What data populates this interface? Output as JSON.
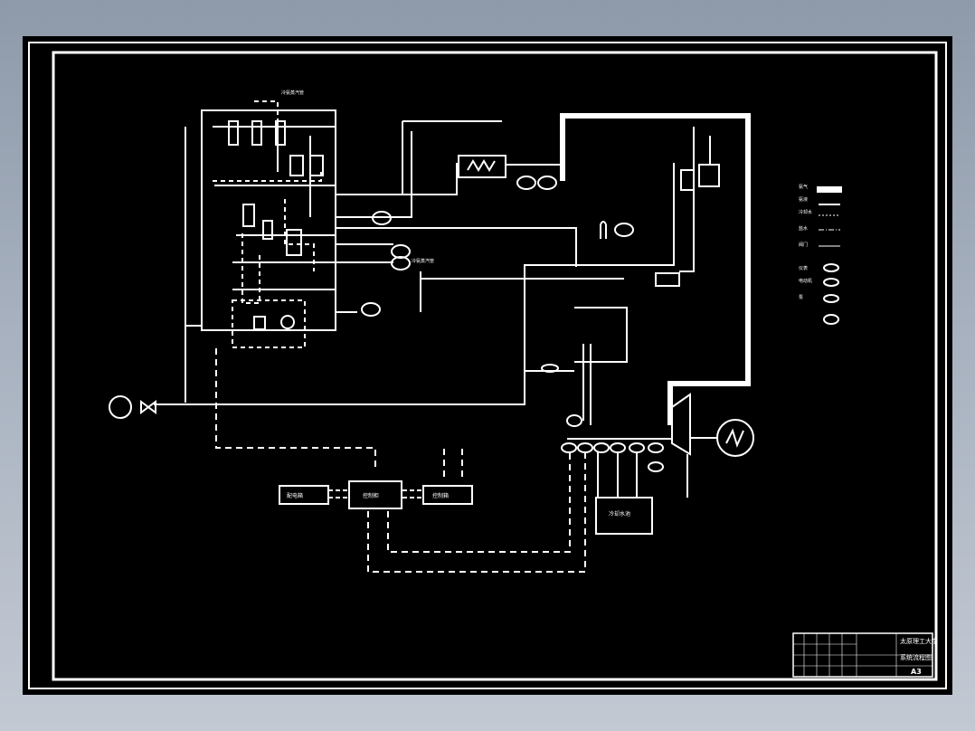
{
  "title_block": {
    "school": "太原理工大学",
    "drawing_title": "系统流程图",
    "sheet_size": "A3"
  },
  "labels": {
    "ammonia_line": "冷氨蒸汽管",
    "mid_label": "冷氨蒸汽管"
  },
  "boxes": {
    "center": "控制柜",
    "left": "配电箱",
    "right": "控制箱",
    "lower_right": "冷却水池"
  },
  "legend_items": [
    {
      "label": "氨气"
    },
    {
      "label": "氨液"
    },
    {
      "label": "冷却水"
    },
    {
      "label": "盐水"
    },
    {
      "label": "阀门"
    },
    {
      "label": "仪表"
    },
    {
      "label": "电动机"
    },
    {
      "label": "泵"
    }
  ],
  "colors": {
    "sheet": "#000000",
    "line": "#ffffff",
    "frame_bg": "#9aa5b4"
  }
}
